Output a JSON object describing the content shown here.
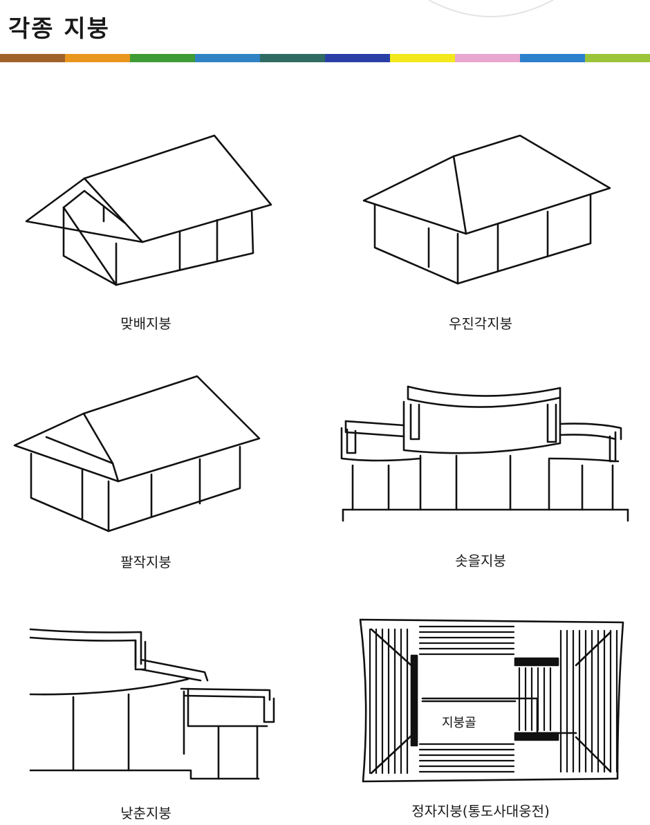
{
  "page": {
    "title": "각종 지붕"
  },
  "color_bar": [
    "#a0622a",
    "#e8961e",
    "#3f9b35",
    "#2f83c4",
    "#2f6b63",
    "#2a3fa6",
    "#f2e81c",
    "#e9a7cf",
    "#2b7fcc",
    "#9cc43a"
  ],
  "roofs": [
    {
      "caption": "맞배지붕"
    },
    {
      "caption": "우진각지붕"
    },
    {
      "caption": "팔작지붕"
    },
    {
      "caption": "솟을지붕"
    },
    {
      "caption": "낮춘지붕"
    },
    {
      "caption": "정자지붕(통도사대웅전)",
      "callout": "지붕골"
    }
  ]
}
